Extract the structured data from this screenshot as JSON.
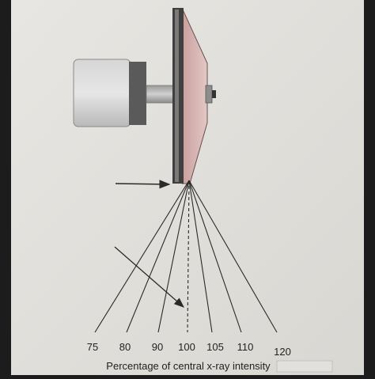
{
  "figure": {
    "caption": "Percentage of central x-ray intensity",
    "beam_percentages": [
      "75",
      "80",
      "90",
      "100",
      "105",
      "110",
      "120"
    ],
    "colors": {
      "paper": "#e4e2de",
      "border": "#1c1c1c",
      "line": "#2a2a2a",
      "anode_face": "#d9b6b4",
      "anode_rim": "#4a4a4a",
      "motor_body": "#c9c9c9",
      "motor_band": "#555555"
    }
  }
}
